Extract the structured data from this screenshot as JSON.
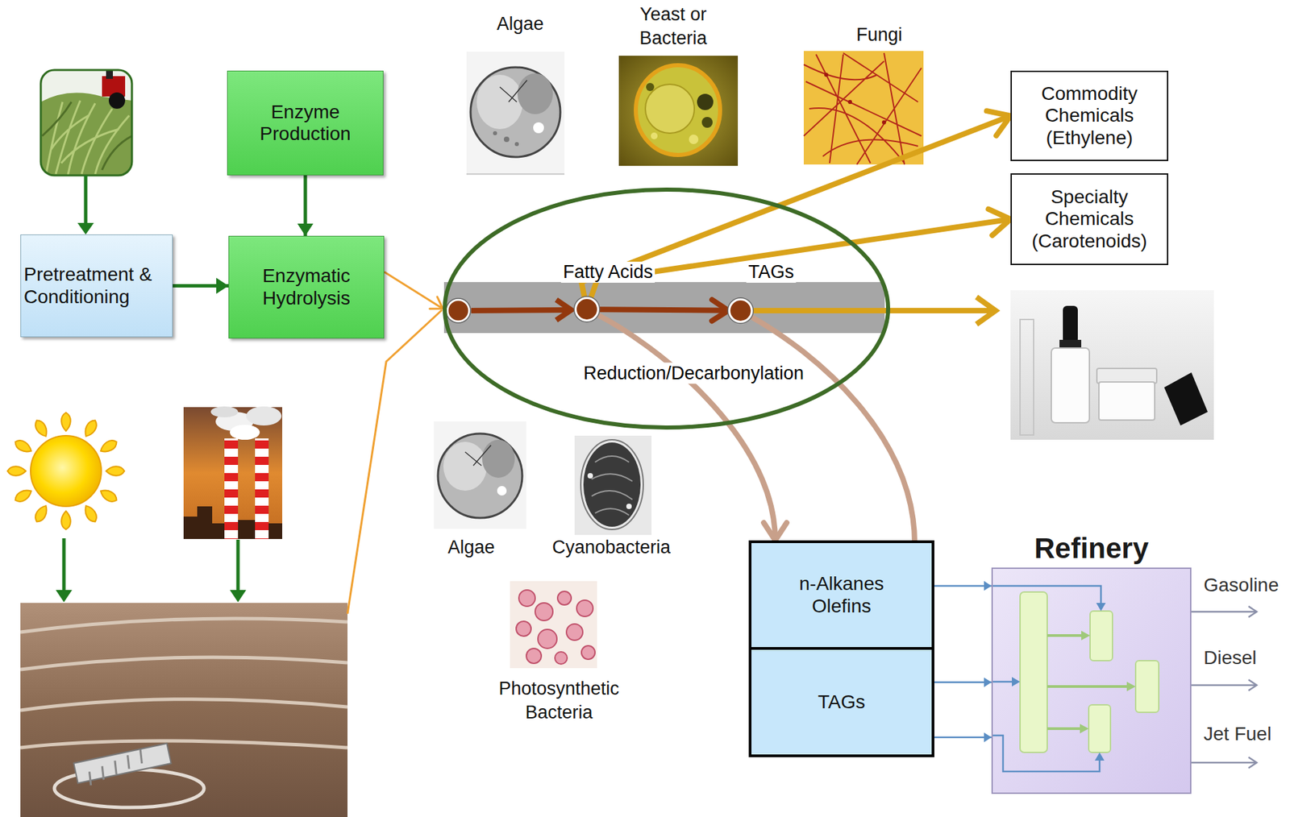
{
  "diagram": {
    "nodes": [
      {
        "text": [
          "Enzyme Production"
        ]
      },
      {
        "text": [
          "Pretreatment & Conditioning"
        ]
      },
      {
        "text": [
          "Enzymatic Hydrolysis"
        ]
      },
      {
        "text": [
          "Reduction/Decarbonylation"
        ]
      },
      {
        "text": [
          "Fatty Acids"
        ],
        "in": 3
      },
      {
        "text": [
          "TAGs"
        ],
        "in": 3
      },
      {
        "text": [
          "Commodity Chemicals (Ethylene)"
        ]
      },
      {
        "text": [
          "Specialty Chemicals (Carotenoids)"
        ]
      },
      {
        "text": [
          "n-Alkanes Olefins"
        ]
      },
      {
        "text": [
          "TAGs"
        ]
      },
      {
        "text": [
          "Refinery"
        ]
      }
    ],
    "edges": [
      {
        "from": 0,
        "to": 2,
        "arrow": "to"
      },
      {
        "from": 1,
        "to": 2,
        "arrow": "to"
      },
      {
        "from": 2,
        "to": 3,
        "arrow": "to"
      },
      {
        "from": 4,
        "to": 5,
        "arrow": "to"
      },
      {
        "from": 4,
        "to": 6,
        "arrow": "to"
      },
      {
        "from": 4,
        "to": 7,
        "arrow": "to"
      },
      {
        "from": 4,
        "to": 8,
        "arrow": "to"
      },
      {
        "from": 5,
        "to": 9,
        "arrow": "to"
      },
      {
        "from": 8,
        "to": 10,
        "arrow": "to"
      },
      {
        "from": 9,
        "to": 10,
        "arrow": "to"
      },
      {
        "from": 9,
        "to": 10,
        "arrow": "to"
      }
    ],
    "labels": [
      "Algae",
      "Yeast or Bacteria",
      "Fungi",
      "Algae",
      "Cyanobacteria",
      "Photosynthetic Bacteria",
      "Gasoline",
      "Diesel",
      "Jet Fuel"
    ]
  }
}
